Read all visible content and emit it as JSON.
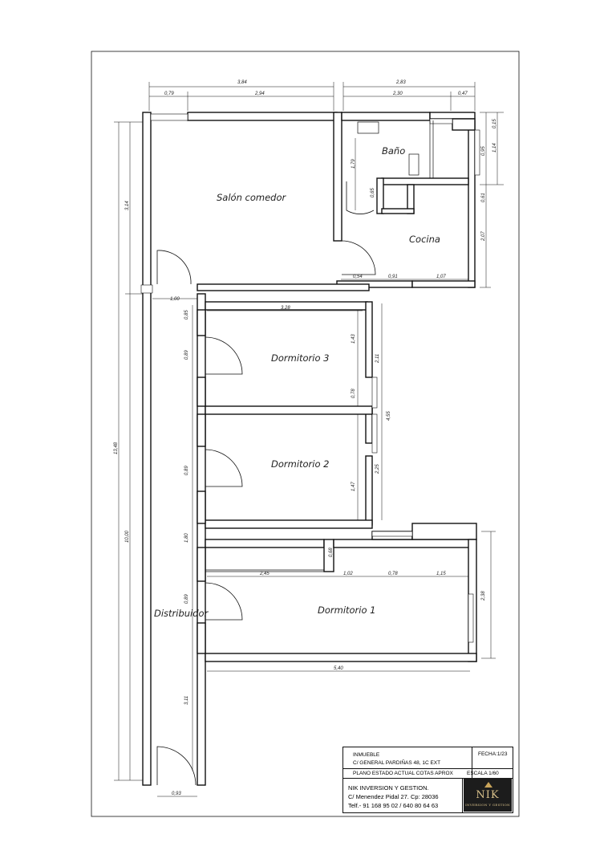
{
  "rooms": {
    "salon": "Salón comedor",
    "bano": "Baño",
    "cocina": "Cocina",
    "dorm3": "Dormitorio 3",
    "dorm2": "Dormitorio 2",
    "dorm1": "Dormitorio 1",
    "distribuidor": "Distribuidor"
  },
  "dimensions": {
    "top_left_total": "3,84",
    "top_right_total": "2,83",
    "top_079": "0,79",
    "top_294": "2,94",
    "top_230": "2,30",
    "top_047": "0,47",
    "left_314": "3,14",
    "left_1348": "13,48",
    "left_1000": "10,00",
    "left_311": "3,11",
    "right_015": "0,15",
    "right_114": "1,14",
    "right_095": "0,95",
    "right_061": "0,61",
    "right_207": "2,07",
    "bano_179": "1,79",
    "bano_065": "0,65",
    "cocina_054": "0,54",
    "cocina_091": "0,91",
    "cocina_107": "1,07",
    "hall_100": "1,00",
    "d3_085": "0,85",
    "d3_328": "3,28",
    "d3_143": "1,43",
    "d3_089": "0,89",
    "d3_211": "2,11",
    "d_078": "0,78",
    "d_455": "4,55",
    "d2_089": "0,89",
    "d2_225": "2,25",
    "d2_147": "1,47",
    "d1_180": "1,80",
    "d1_068": "0,68",
    "d1_245": "2,45",
    "d1_102": "1,02",
    "d1_078": "0,78",
    "d1_115": "1,15",
    "d1_089": "0,89",
    "d1_238": "2,38",
    "bottom_540": "5,40",
    "bottom_093": "0,93"
  },
  "titleblock": {
    "inmueble_label": "INMUEBLE",
    "fecha": "FECHA:1/23",
    "address": "C/ GENERAL PARDIÑAS 48, 1C EXT",
    "plano": "PLANO ESTADO ACTUAL COTAS APROX",
    "escala": "ESCALA 1/60",
    "company": "NIK INVERSION Y GESTION.",
    "street": "C/ Menendez Pidal 27. Cp: 28036",
    "phone": "Telf.- 91 168 95 02 / 640 80 64 63",
    "logo_text": "NIK",
    "logo_sub": "INVERSION Y GESTION"
  }
}
